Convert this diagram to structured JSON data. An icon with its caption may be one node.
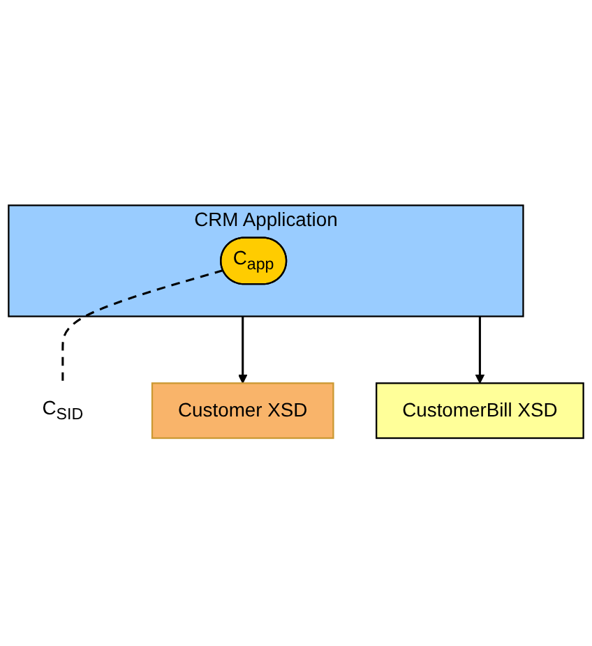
{
  "diagram": {
    "nodes": [
      {
        "text": [
          "CRM Application"
        ]
      },
      {
        "text": [
          "C$_{app}$"
        ],
        "in": 0
      },
      {
        "text": [
          "Customer XSD"
        ]
      },
      {
        "text": [
          "CustomerBill XSD"
        ]
      },
      {
        "text": [
          "C$_{SID}$"
        ]
      }
    ],
    "edges": [
      {
        "from": 0,
        "to": 2,
        "arrow": "to"
      },
      {
        "from": 0,
        "to": 3,
        "arrow": "to"
      },
      {
        "from": 1,
        "to": 4,
        "arrow": "none",
        "style": "dashed"
      }
    ]
  }
}
